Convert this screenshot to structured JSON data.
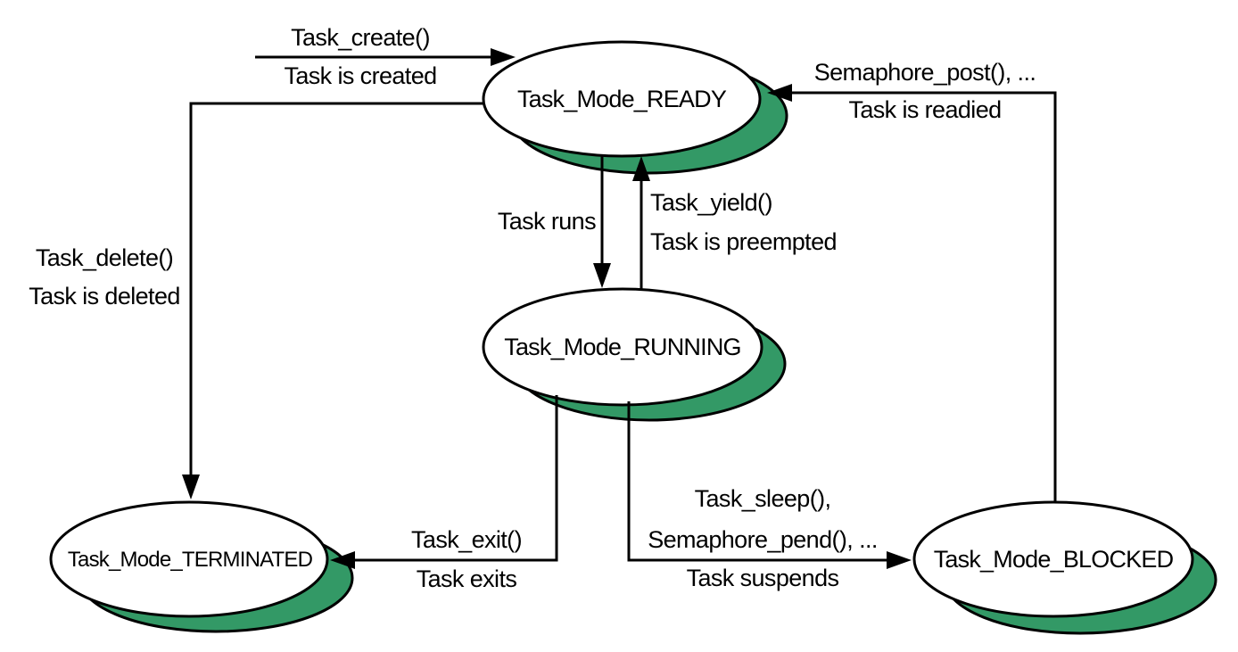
{
  "states": {
    "ready": "Task_Mode_READY",
    "running": "Task_Mode_RUNNING",
    "terminated": "Task_Mode_TERMINATED",
    "blocked": "Task_Mode_BLOCKED"
  },
  "transitions": {
    "create": {
      "call": "Task_create()",
      "effect": "Task is created"
    },
    "delete": {
      "call": "Task_delete()",
      "effect": "Task is deleted"
    },
    "runs": {
      "effect": "Task runs"
    },
    "yield": {
      "call": "Task_yield()",
      "effect": "Task is preempted"
    },
    "post": {
      "call": "Semaphore_post(), ...",
      "effect": "Task is readied"
    },
    "exit": {
      "call": "Task_exit()",
      "effect": "Task exits"
    },
    "sleep": {
      "call1": "Task_sleep(),",
      "call2": "Semaphore_pend(), ...",
      "effect": "Task suspends"
    }
  },
  "colors": {
    "shadow": "#339966",
    "line": "#000000",
    "fill": "#ffffff"
  }
}
